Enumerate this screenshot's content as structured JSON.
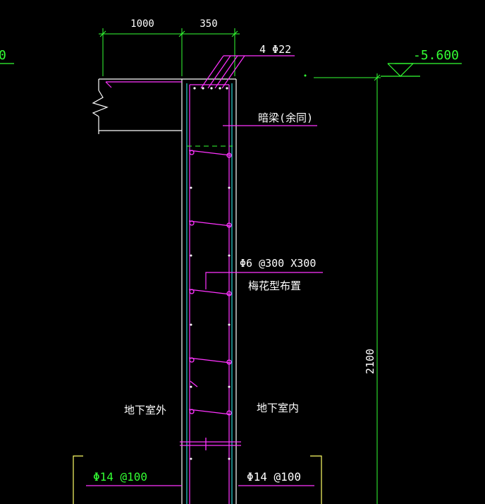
{
  "colors": {
    "background": "#000000",
    "dimension": "#33ff33",
    "wall_outline": "#ffffff",
    "rebar": "#ff33ff",
    "axis": "#33ffff",
    "hatch": "#ffff66",
    "label_text": "#ffffff"
  },
  "dimensions": {
    "left_width": "1000",
    "right_width": "350",
    "height": "2100"
  },
  "elevation": {
    "value": "-5.600",
    "left_fragment": "0"
  },
  "labels": {
    "top_rebar": "4 Φ22",
    "hidden_beam": "暗梁(余同)",
    "tie_spec": "Φ6 @300 X300",
    "tie_layout": "梅花型布置",
    "outside": "地下室外",
    "inside": "地下室内",
    "rebar_left": "Φ14 @100",
    "rebar_right": "Φ14 @100"
  }
}
